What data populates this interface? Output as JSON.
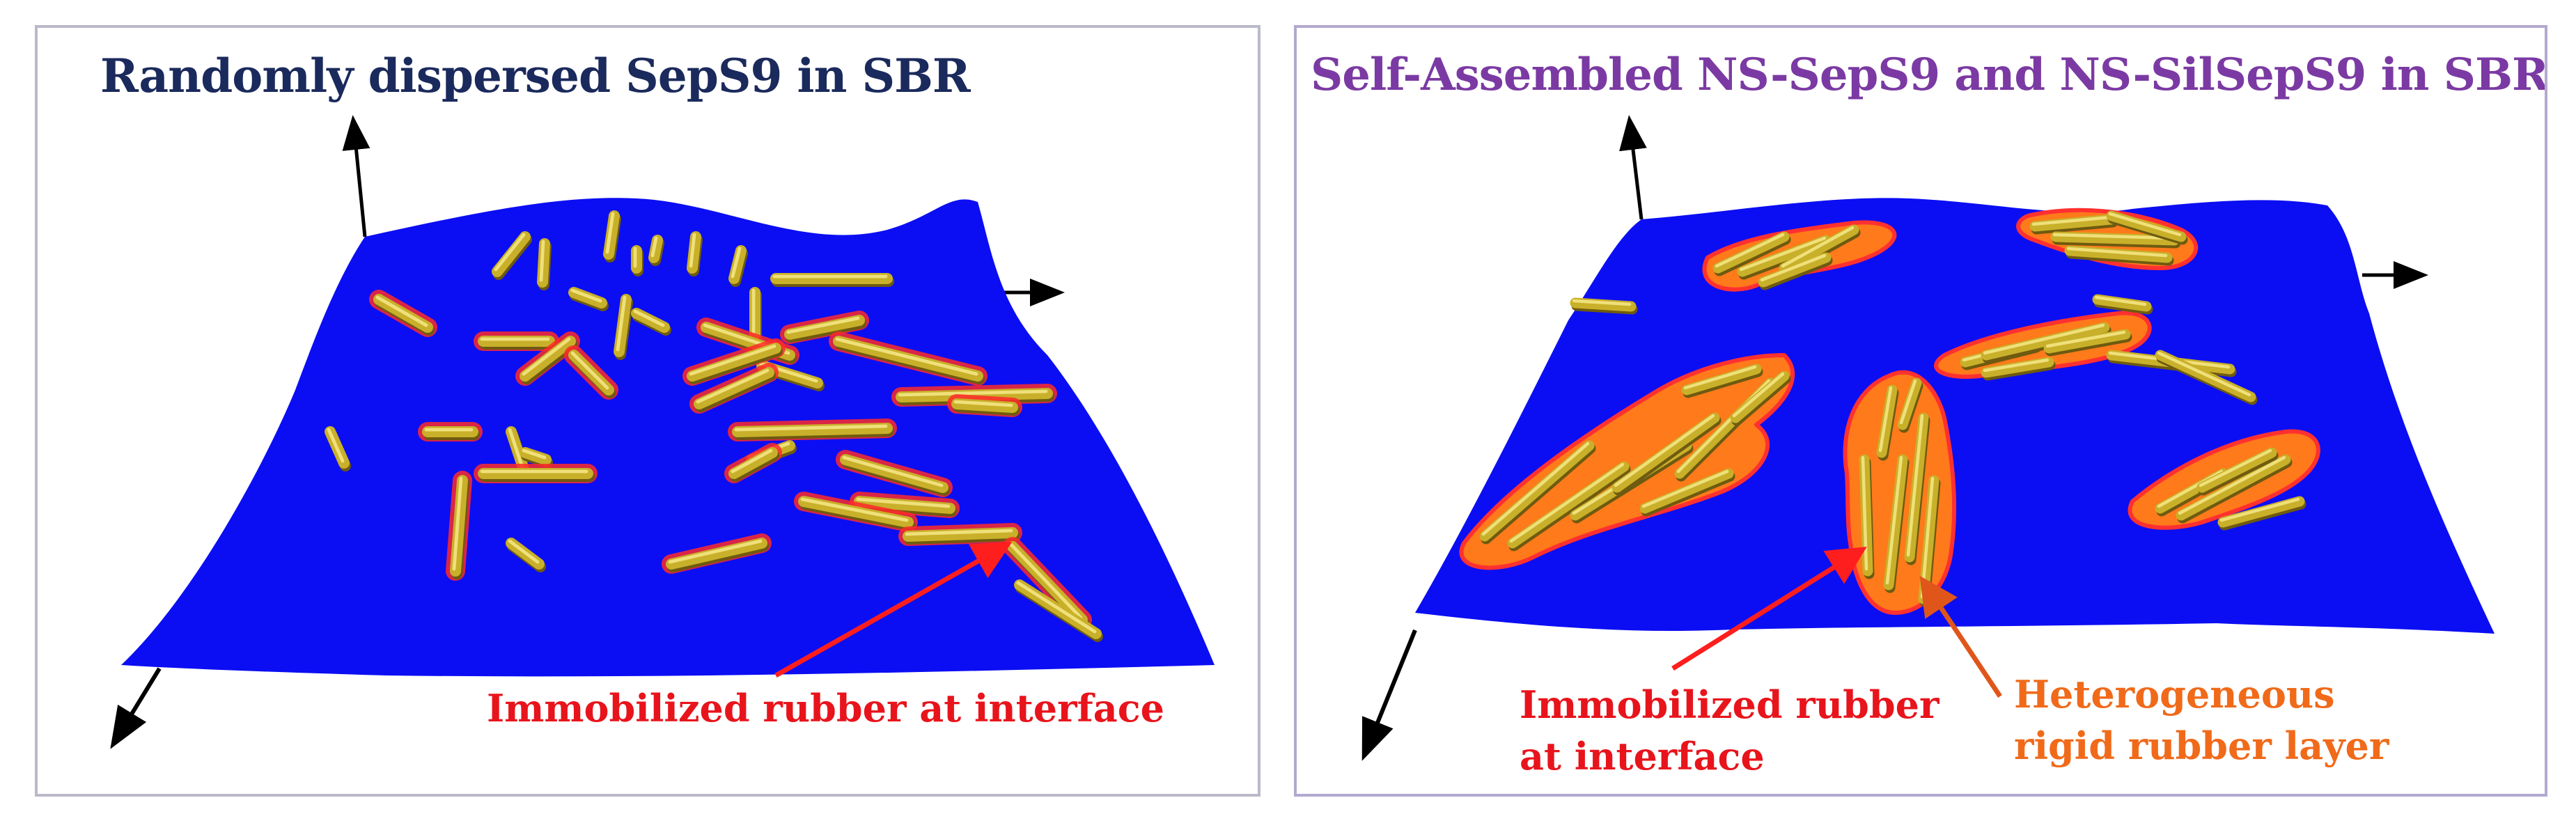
{
  "colors": {
    "surface": "#0b0ef2",
    "rod": "#c9b02a",
    "interface": "#ff1e1e",
    "rigid_layer": "#ff7a1a",
    "left_title": "#1b2a5c",
    "right_title": "#7b3aa3"
  },
  "left_panel": {
    "title": "Randomly dispersed SepS9 in SBR",
    "annotation": "Immobilized rubber at interface"
  },
  "right_panel": {
    "title": "Self-Assembled NS-SepS9 and NS-SilSepS9 in SBR",
    "annotation_immobilized": {
      "line1": "Immobilized rubber",
      "line2": "at interface"
    },
    "annotation_rigid": {
      "line1": "Heterogeneous",
      "line2": "rigid rubber layer"
    }
  }
}
